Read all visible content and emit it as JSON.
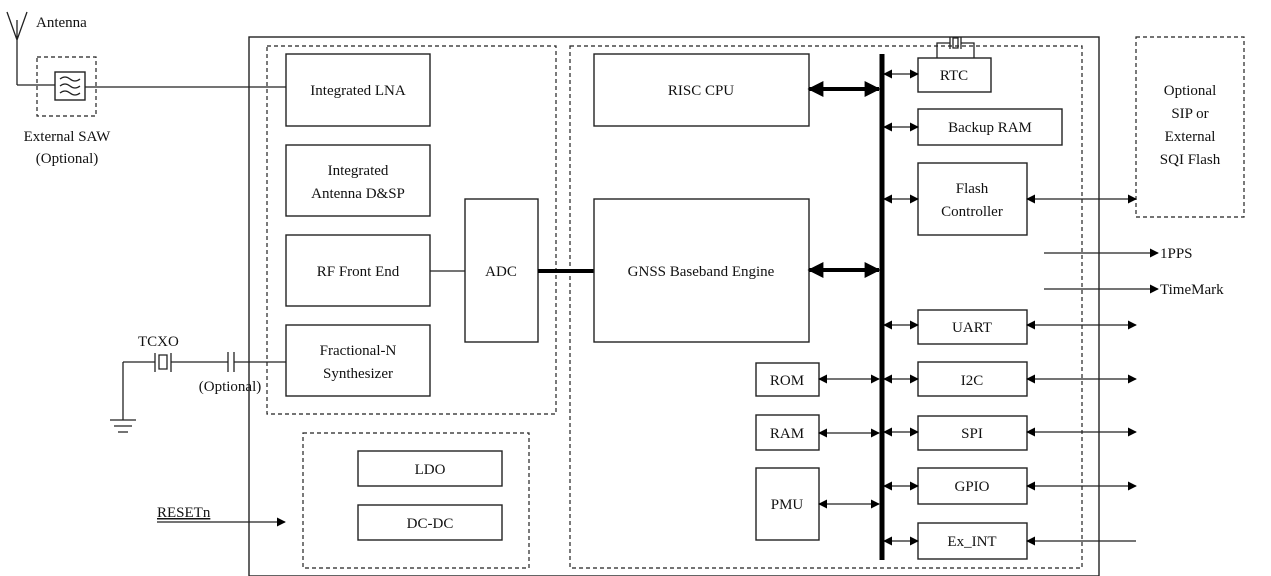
{
  "labels": {
    "antenna": "Antenna",
    "saw_line1": "External SAW",
    "saw_line2": "(Optional)",
    "tcxo": "TCXO",
    "tcxo_optional": "(Optional)",
    "resetn": "RESETn",
    "pps": "1PPS",
    "timemark": "TimeMark"
  },
  "blocks": {
    "lna": "Integrated LNA",
    "antenna_dsp_line1": "Integrated",
    "antenna_dsp_line2": "Antenna D&SP",
    "rf_front_end": "RF Front End",
    "adc": "ADC",
    "synth_line1": "Fractional-N",
    "synth_line2": "Synthesizer",
    "ldo": "LDO",
    "dcdc": "DC-DC",
    "risc_cpu": "RISC CPU",
    "gnss_baseband": "GNSS Baseband Engine",
    "rom": "ROM",
    "ram": "RAM",
    "pmu": "PMU",
    "rtc": "RTC",
    "backup_ram": "Backup RAM",
    "flash_line1": "Flash",
    "flash_line2": "Controller",
    "uart": "UART",
    "i2c": "I2C",
    "spi": "SPI",
    "gpio": "GPIO",
    "ex_int": "Ex_INT",
    "sip_line1": "Optional",
    "sip_line2": "SIP or",
    "sip_line3": "External",
    "sip_line4": "SQI Flash"
  }
}
